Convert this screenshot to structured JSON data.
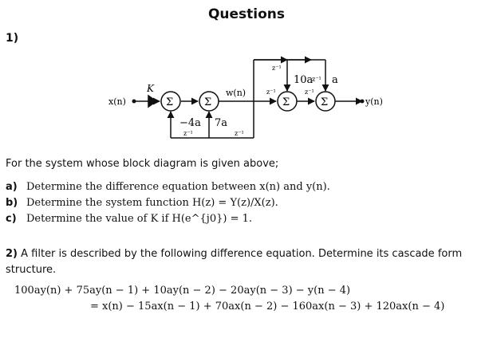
{
  "title": "Questions",
  "q1": {
    "number": "1)",
    "intro": "For the system whose block diagram is given above;",
    "parts": [
      {
        "label": "a)",
        "text": "Determine the difference equation between x(n) and y(n)."
      },
      {
        "label": "b)",
        "text": "Determine the system function H(z) = Y(z)/X(z)."
      },
      {
        "label": "c)",
        "text": "Determine the value of K if H(e^{j0}) = 1."
      }
    ]
  },
  "diagram": {
    "input": "x(n)",
    "output": "y(n)",
    "gain": "K",
    "w": "w(n)",
    "coef_neg4a": "−4a",
    "coef_7a": "7a",
    "coef_10a": "10a",
    "coef_a": "a",
    "delay": "z⁻¹",
    "sum": "Σ"
  },
  "q2": {
    "number": "2)",
    "text": "A filter is described by the following difference equation. Determine its cascade form",
    "text2": "structure.",
    "eq_line1": "100ay(n) + 75ay(n − 1) + 10ay(n − 2) − 20ay(n − 3) − y(n − 4)",
    "eq_line2": "= x(n) − 15ax(n − 1) + 70ax(n − 2) − 160ax(n − 3) + 120ax(n − 4)"
  }
}
